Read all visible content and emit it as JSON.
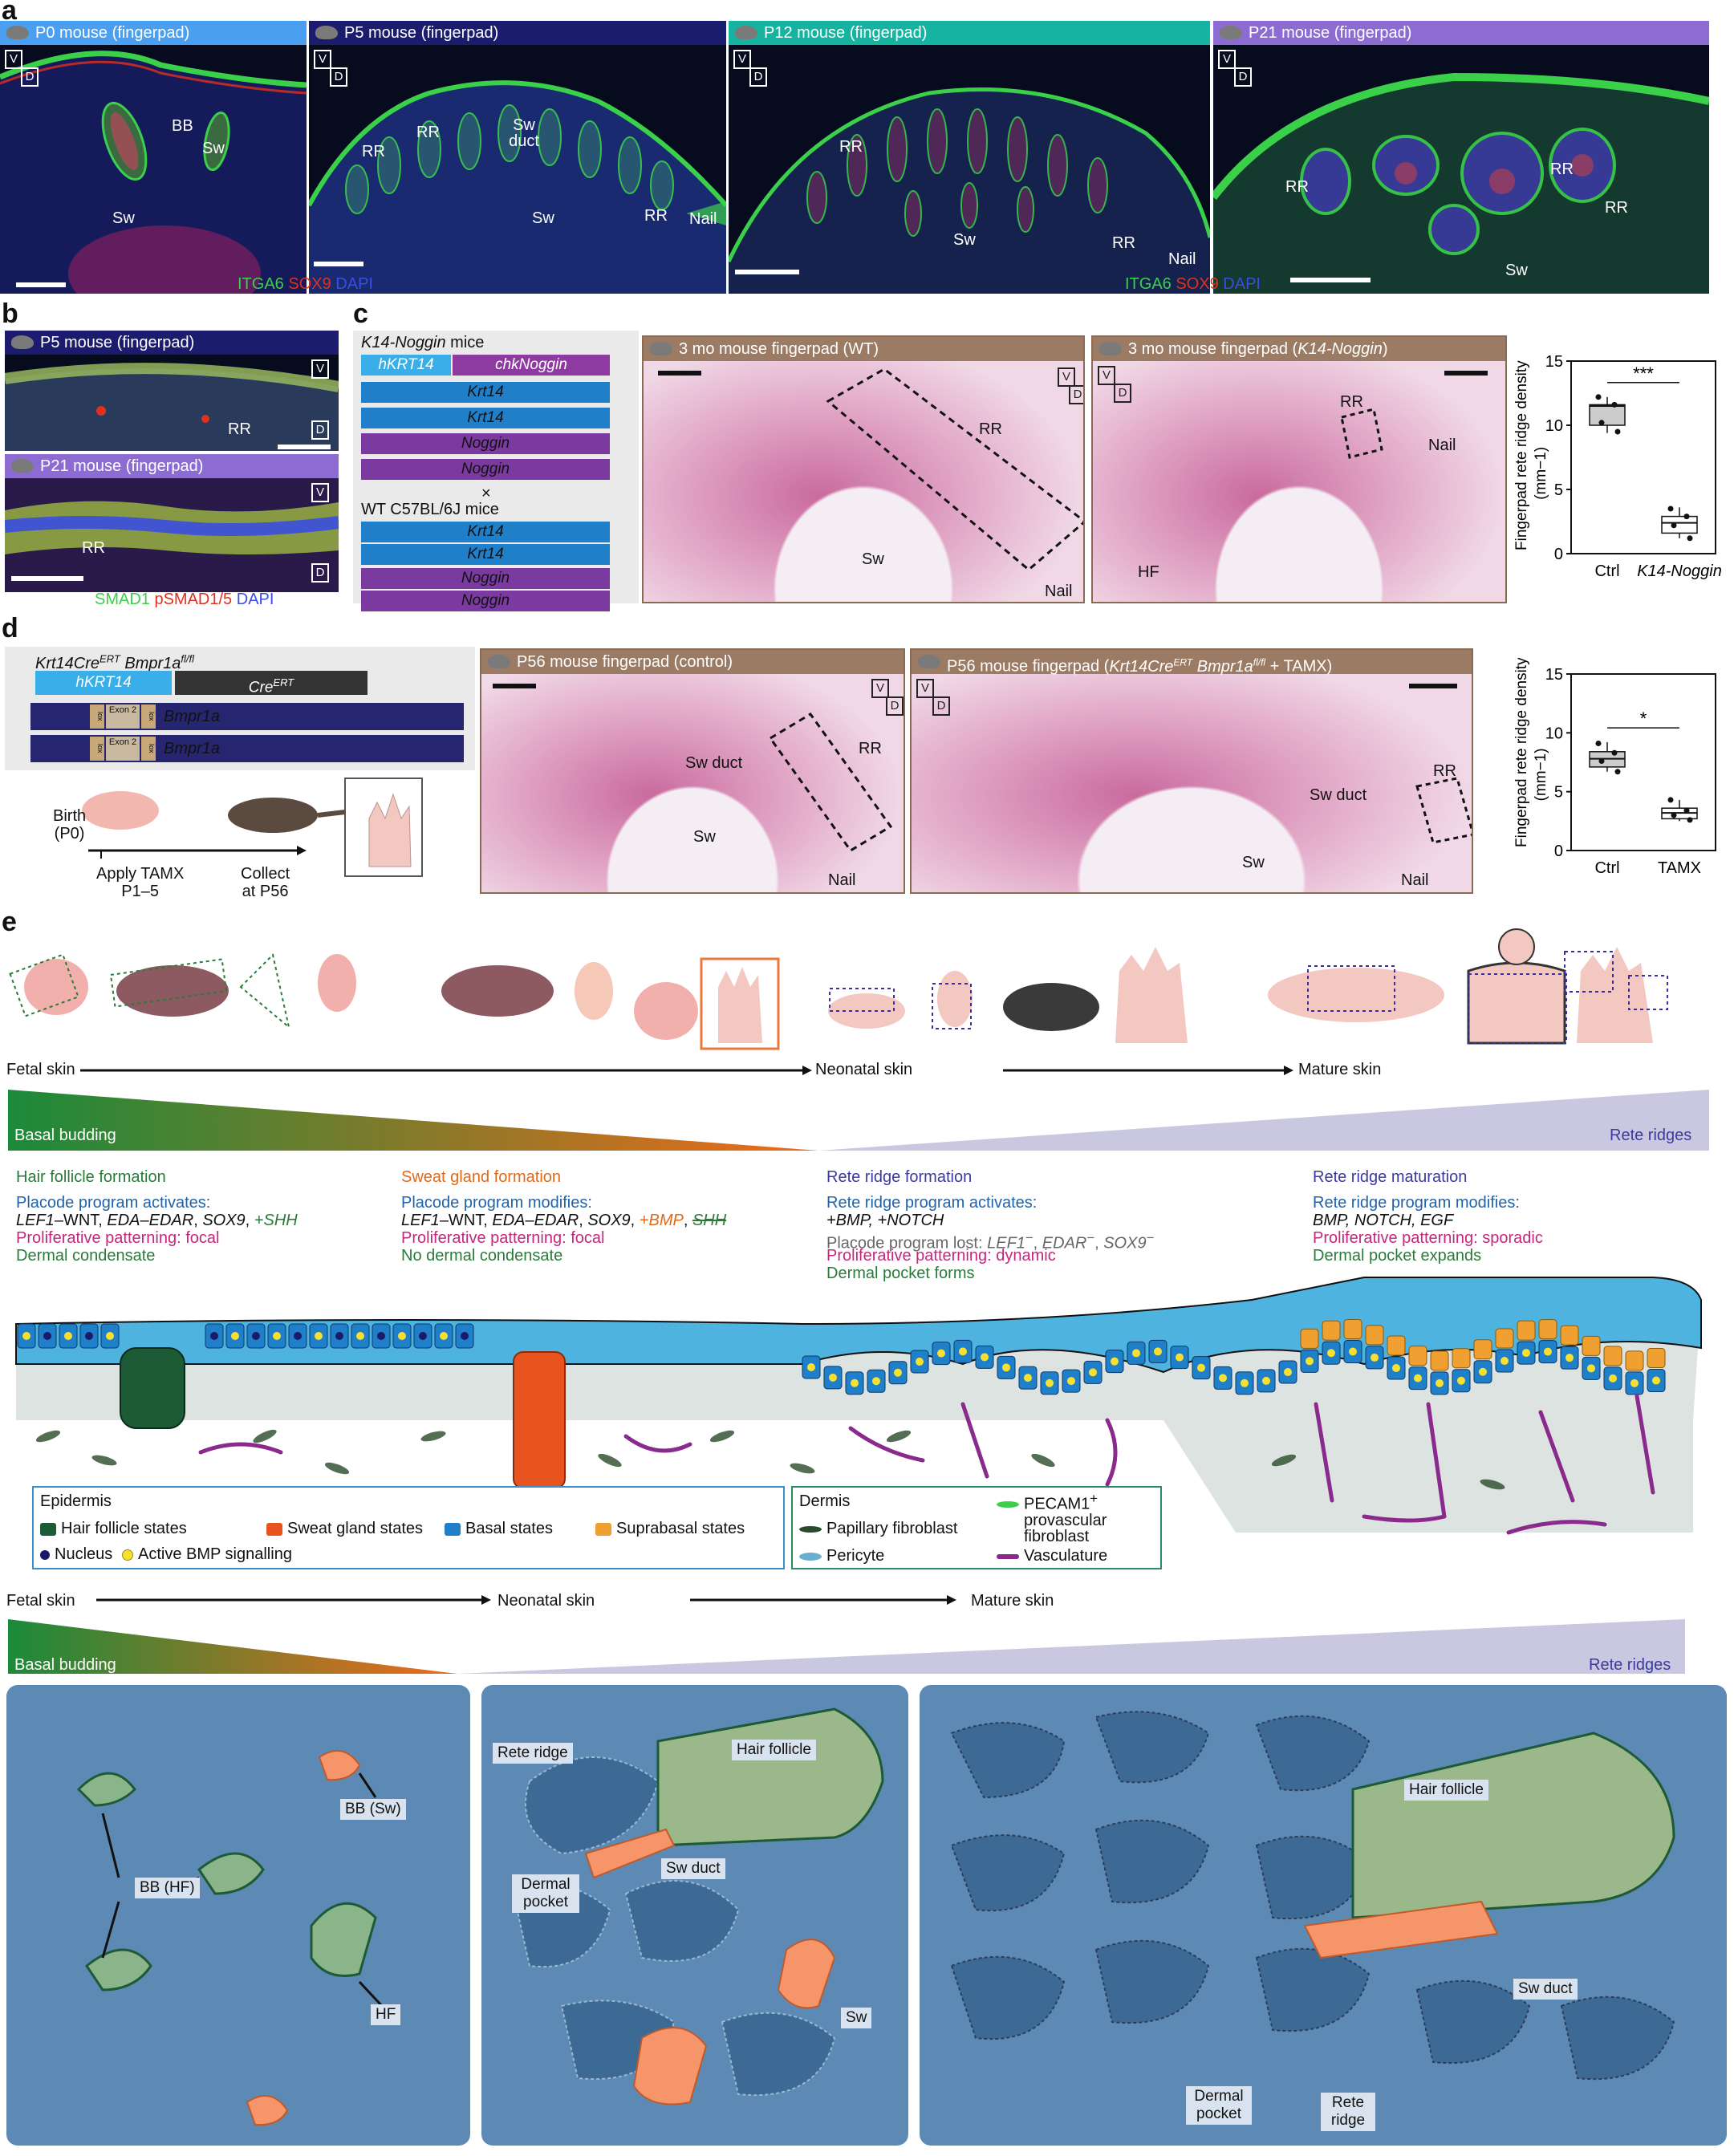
{
  "panel_a": {
    "letter": "a",
    "headers": [
      "P0 mouse (fingerpad)",
      "P5 mouse (fingerpad)",
      "P12 mouse (fingerpad)",
      "P21 mouse (fingerpad)"
    ],
    "header_colors": [
      "#4a9ff0",
      "#1c1c6e",
      "#16b3a0",
      "#8c6cd2"
    ],
    "labels_p0": [
      "BB",
      "Sw",
      "Sw"
    ],
    "labels_p5": [
      "RR",
      "RR",
      "Sw duct",
      "Sw",
      "RR",
      "Nail"
    ],
    "labels_p12": [
      "RR",
      "Sw",
      "RR",
      "Nail"
    ],
    "labels_p21": [
      "RR",
      "RR",
      "RR",
      "Sw"
    ],
    "v": "V",
    "d": "D",
    "stain": {
      "ITGA6": "ITGA6",
      "SOX9": "SOX9",
      "DAPI": "DAPI"
    }
  },
  "panel_b": {
    "letter": "b",
    "headers": [
      "P5 mouse (fingerpad)",
      "P21 mouse (fingerpad)"
    ],
    "header_colors": [
      "#1c1c6e",
      "#8c6cd2"
    ],
    "labels": [
      "RR",
      "RR"
    ],
    "stain": {
      "SMAD1": "SMAD1",
      "pSMAD": "pSMAD1/5",
      "DAPI": "DAPI"
    }
  },
  "panel_c": {
    "letter": "c",
    "mice_title": "K14-Noggin",
    "mice_title_suffix": " mice",
    "transgene": [
      "hKRT14",
      "chkNoggin"
    ],
    "genes_top": [
      "Krt14",
      "Krt14",
      "Noggin",
      "Noggin"
    ],
    "cross": "×",
    "wt": "WT C57BL/6J mice",
    "genes_bottom": [
      "Krt14",
      "Krt14",
      "Noggin",
      "Noggin"
    ],
    "histo_wt": "3 mo mouse fingerpad (WT)",
    "histo_ko": "3 mo mouse fingerpad (",
    "histo_ko_it": "K14-Noggin",
    "histo_ko_end": ")",
    "labels_wt": [
      "RR",
      "Sw",
      "Nail"
    ],
    "labels_ko": [
      "RR",
      "HF",
      "Nail"
    ]
  },
  "panel_d": {
    "letter": "d",
    "mice_title": "Krt14Cre",
    "mice_sup": "ERT",
    "mice_title2": " Bmpr1a",
    "mice_sup2": "fl/fl",
    "transgene": [
      "hKRT14",
      "Cre",
      "ERT"
    ],
    "exon": "Exon 2",
    "lox": "lox",
    "gene": "Bmpr1a",
    "timeline": {
      "birth": "Birth",
      "p0": "(P0)",
      "apply": "Apply TAMX",
      "apply2": "P1–5",
      "collect": "Collect",
      "collect2": "at P56"
    },
    "histo_ctrl": "P56 mouse fingerpad (control)",
    "histo_tamx_a": "P56 mouse fingerpad (",
    "histo_tamx_b": "Krt14Cre",
    "histo_tamx_sup": "ERT",
    "histo_tamx_c": " Bmpr1a",
    "histo_tamx_sup2": "fl/fl",
    "histo_tamx_d": " + TAMX)",
    "labels_ctrl": [
      "Sw duct",
      "RR",
      "Sw",
      "Nail"
    ],
    "labels_tamx": [
      "RR",
      "Sw duct",
      "Sw",
      "Nail"
    ]
  },
  "chart_data": [
    {
      "type": "box",
      "ylabel": "Fingerpad rete ridge density",
      "yunit": "(mm",
      "yunit_sup": "−1",
      "yunit_end": ")",
      "ylim": [
        0,
        15
      ],
      "yticks": [
        0,
        5,
        10,
        15
      ],
      "categories": [
        "Ctrl",
        "K14-Noggin"
      ],
      "boxes": [
        {
          "q1": 10.0,
          "median": 11.5,
          "q3": 11.6,
          "whisker_low": 9.4,
          "whisker_high": 12.2,
          "points": [
            12.2,
            11.6,
            10.2,
            9.5
          ]
        },
        {
          "q1": 1.6,
          "median": 2.4,
          "q3": 2.9,
          "whisker_low": 1.2,
          "whisker_high": 3.6,
          "points": [
            3.5,
            2.9,
            2.2,
            1.2
          ]
        }
      ],
      "significance": "***"
    },
    {
      "type": "box",
      "ylabel": "Fingerpad rete ridge density",
      "yunit": "(mm",
      "yunit_sup": "−1",
      "yunit_end": ")",
      "ylim": [
        0,
        15
      ],
      "yticks": [
        0,
        5,
        10,
        15
      ],
      "categories": [
        "Ctrl",
        "TAMX"
      ],
      "boxes": [
        {
          "q1": 7.1,
          "median": 7.8,
          "q3": 8.4,
          "whisker_low": 6.7,
          "whisker_high": 9.2,
          "points": [
            9.1,
            8.3,
            7.6,
            6.7
          ]
        },
        {
          "q1": 2.7,
          "median": 3.2,
          "q3": 3.6,
          "whisker_low": 2.5,
          "whisker_high": 4.3,
          "points": [
            4.3,
            3.4,
            3.0,
            2.6
          ]
        }
      ],
      "significance": "*"
    }
  ],
  "panel_e": {
    "letter": "e",
    "timeline": [
      "Fetal skin",
      "Neonatal skin",
      "Mature skin"
    ],
    "basal_budding": "Basal budding",
    "rete_ridges": "Rete ridges",
    "col1": {
      "title": "Hair follicle formation",
      "sub": "Placode program activates:",
      "line1a": "LEF1",
      "line1b": "–WNT, ",
      "line1c": "EDA–EDAR",
      "line1d": ", ",
      "line1e": "SOX9",
      "line1f": ", ",
      "line1g": "+SHH",
      "line2": "Proliferative patterning: focal",
      "line3": "Dermal condensate"
    },
    "col2": {
      "title": "Sweat gland formation",
      "sub": "Placode program modifies:",
      "line1a": "LEF1",
      "line1b": "–WNT, ",
      "line1c": "EDA–EDAR",
      "line1d": ", ",
      "line1e": "SOX9",
      "line1f": ", ",
      "line1g": "+BMP",
      "line1h": ", ",
      "line1i": "SHH",
      "line2": "Proliferative patterning: focal",
      "line3": "No dermal condensate"
    },
    "col3": {
      "title": "Rete ridge formation",
      "sub": "Rete ridge program activates:",
      "line1": "+BMP, +NOTCH",
      "line2a": "Placode program lost: ",
      "line2b": "LEF1",
      "line2c": ", ",
      "line2d": "EDAR",
      "line2e": ", ",
      "line2f": "SOX9",
      "line3": "Proliferative patterning: dynamic",
      "line4": "Dermal pocket forms"
    },
    "col4": {
      "title": "Rete ridge maturation",
      "sub": "Rete ridge program modifies:",
      "line1": "BMP, NOTCH, EGF",
      "line2": "Proliferative patterning: sporadic",
      "line3": "Dermal pocket expands"
    },
    "legend_epi": {
      "title": "Epidermis",
      "hf": "Hair follicle states",
      "sg": "Sweat gland states",
      "basal": "Basal states",
      "supra": "Suprabasal states",
      "nucleus": "Nucleus",
      "bmp": "Active BMP signalling"
    },
    "legend_derm": {
      "title": "Dermis",
      "pf": "Papillary fibroblast",
      "pecam": "PECAM1",
      "pecam_sup": "+",
      "pecam2": "provascular",
      "pecam3": "fibroblast",
      "pericyte": "Pericyte",
      "vasc": "Vasculature"
    },
    "lower_timeline": [
      "Fetal skin",
      "Neonatal skin",
      "Mature skin"
    ],
    "lower_basal": "Basal budding",
    "lower_rete": "Rete ridges",
    "wm1": [
      "BB (HF)",
      "BB (Sw)",
      "HF"
    ],
    "wm2": [
      "Rete ridge",
      "Hair follicle",
      "Sw duct",
      "Dermal pocket",
      "Sw"
    ],
    "wm3": [
      "Hair follicle",
      "Sw duct",
      "Dermal pocket",
      "Rete ridge"
    ]
  },
  "colors": {
    "fluor_green": "#3ad04a",
    "fluor_red": "#e0301e",
    "fluor_blue": "#3a4ee0",
    "basal": "#1f7fc8",
    "supra": "#f0a030",
    "hf": "#1d5a36",
    "sg": "#e8541e",
    "vasc": "#8a2a8c",
    "epi_blue": "#4fb3df",
    "dermis": "#dde3e0",
    "wholemount": "#5c8ab4"
  }
}
